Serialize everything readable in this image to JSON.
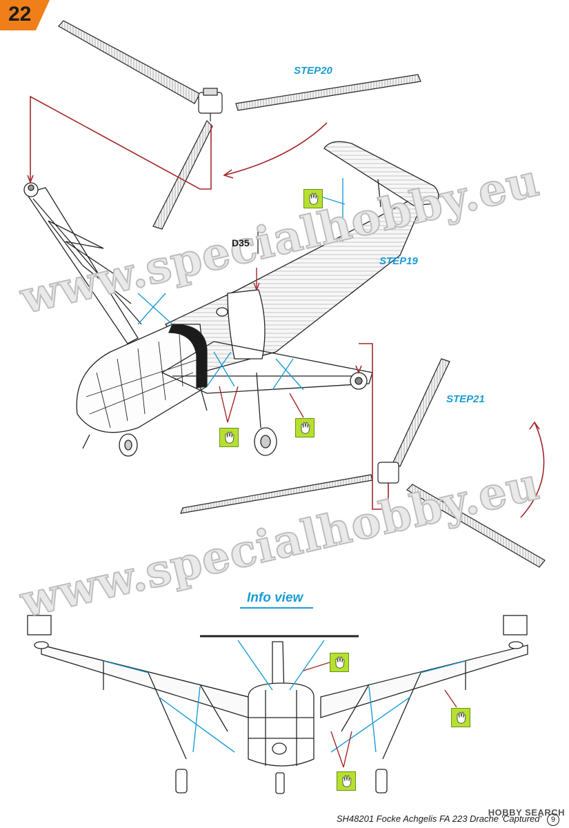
{
  "page_number": "22",
  "steps": {
    "step19": "STEP19",
    "step20": "STEP20",
    "step21": "STEP21"
  },
  "part_labels": {
    "d35": "D35"
  },
  "info_view": {
    "title": "Info view"
  },
  "watermark": {
    "text": "www.specialhobby.eu"
  },
  "footer": {
    "code": "SH48201  Focke Achgelis FA 223 Drache 'Captured'",
    "page": "9",
    "brand": "HOBBY SEARCH"
  },
  "icons": {
    "glue": "glue-hand-icon",
    "accent_blue": "#1a9bd7",
    "arrow_red": "#a32626",
    "badge_orange": "#f07f1a",
    "glue_green": "#b6e030"
  }
}
